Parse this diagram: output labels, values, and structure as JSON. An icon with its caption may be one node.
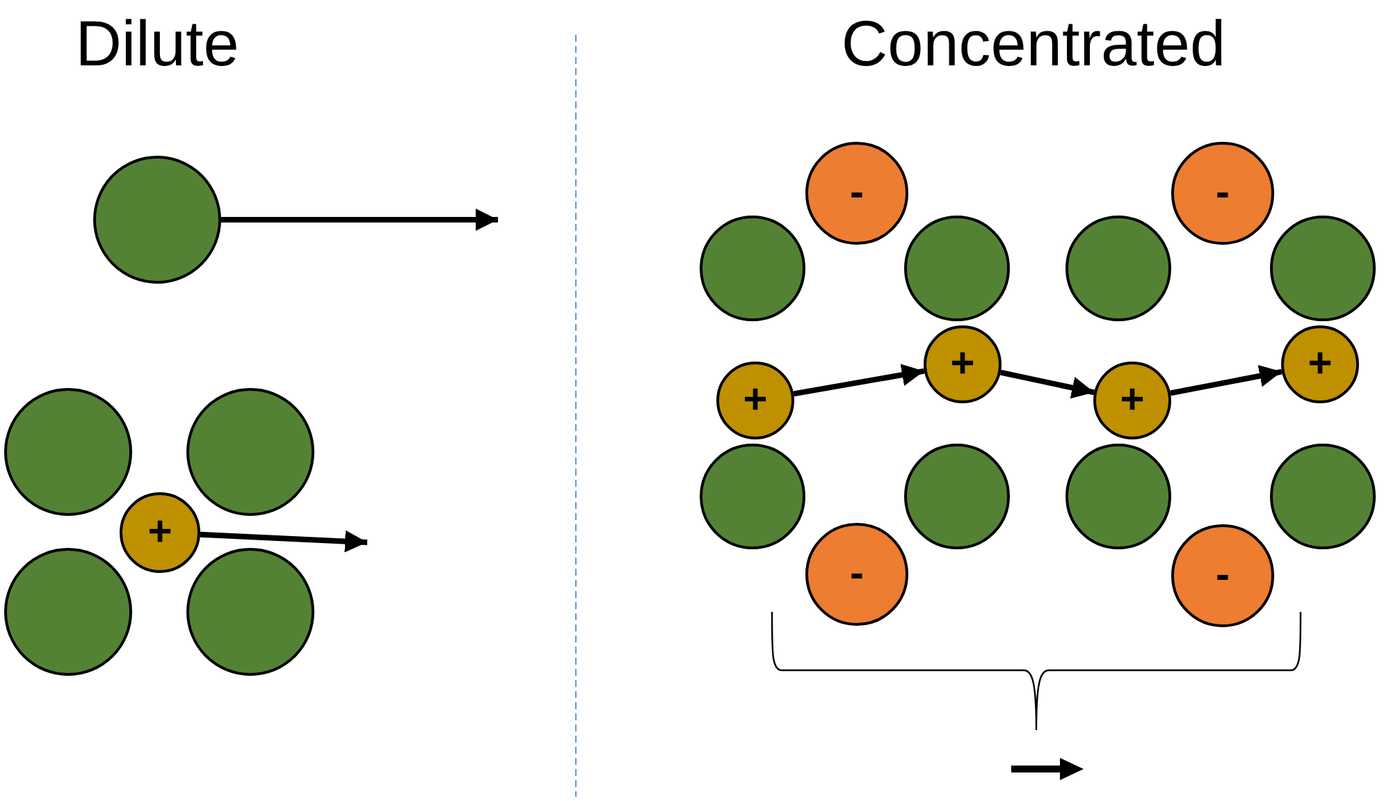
{
  "diagram": {
    "nodes": [
      {
        "text": [],
        "shape": "circle"
      },
      {
        "text": [],
        "shape": "circle"
      },
      {
        "text": [],
        "shape": "circle"
      },
      {
        "text": [
          "+"
        ]
      },
      {
        "text": [],
        "shape": "circle"
      },
      {
        "text": [],
        "shape": "circle"
      },
      {
        "text": [
          "-"
        ]
      },
      {
        "text": [
          "-"
        ]
      },
      {
        "text": [],
        "shape": "circle"
      },
      {
        "text": [],
        "shape": "circle"
      },
      {
        "text": [],
        "shape": "circle"
      },
      {
        "text": [],
        "shape": "circle"
      },
      {
        "text": [
          "+"
        ]
      },
      {
        "text": [
          "+"
        ]
      },
      {
        "text": [
          "+"
        ]
      },
      {
        "text": [
          "+"
        ]
      },
      {
        "text": [],
        "shape": "circle"
      },
      {
        "text": [],
        "shape": "circle"
      },
      {
        "text": [],
        "shape": "circle"
      },
      {
        "text": [],
        "shape": "circle"
      },
      {
        "text": [
          "-"
        ]
      },
      {
        "text": [
          "-"
        ]
      }
    ],
    "edges": [
      {
        "from": 0,
        "to": null,
        "arrow": "to"
      },
      {
        "from": 3,
        "to": null,
        "arrow": "to"
      },
      {
        "from": 12,
        "to": 13,
        "arrow": "to"
      },
      {
        "from": 13,
        "to": 14,
        "arrow": "to"
      },
      {
        "from": 14,
        "to": 15,
        "arrow": "to"
      }
    ],
    "labels": [
      "Dilute",
      "Concentrated"
    ]
  }
}
